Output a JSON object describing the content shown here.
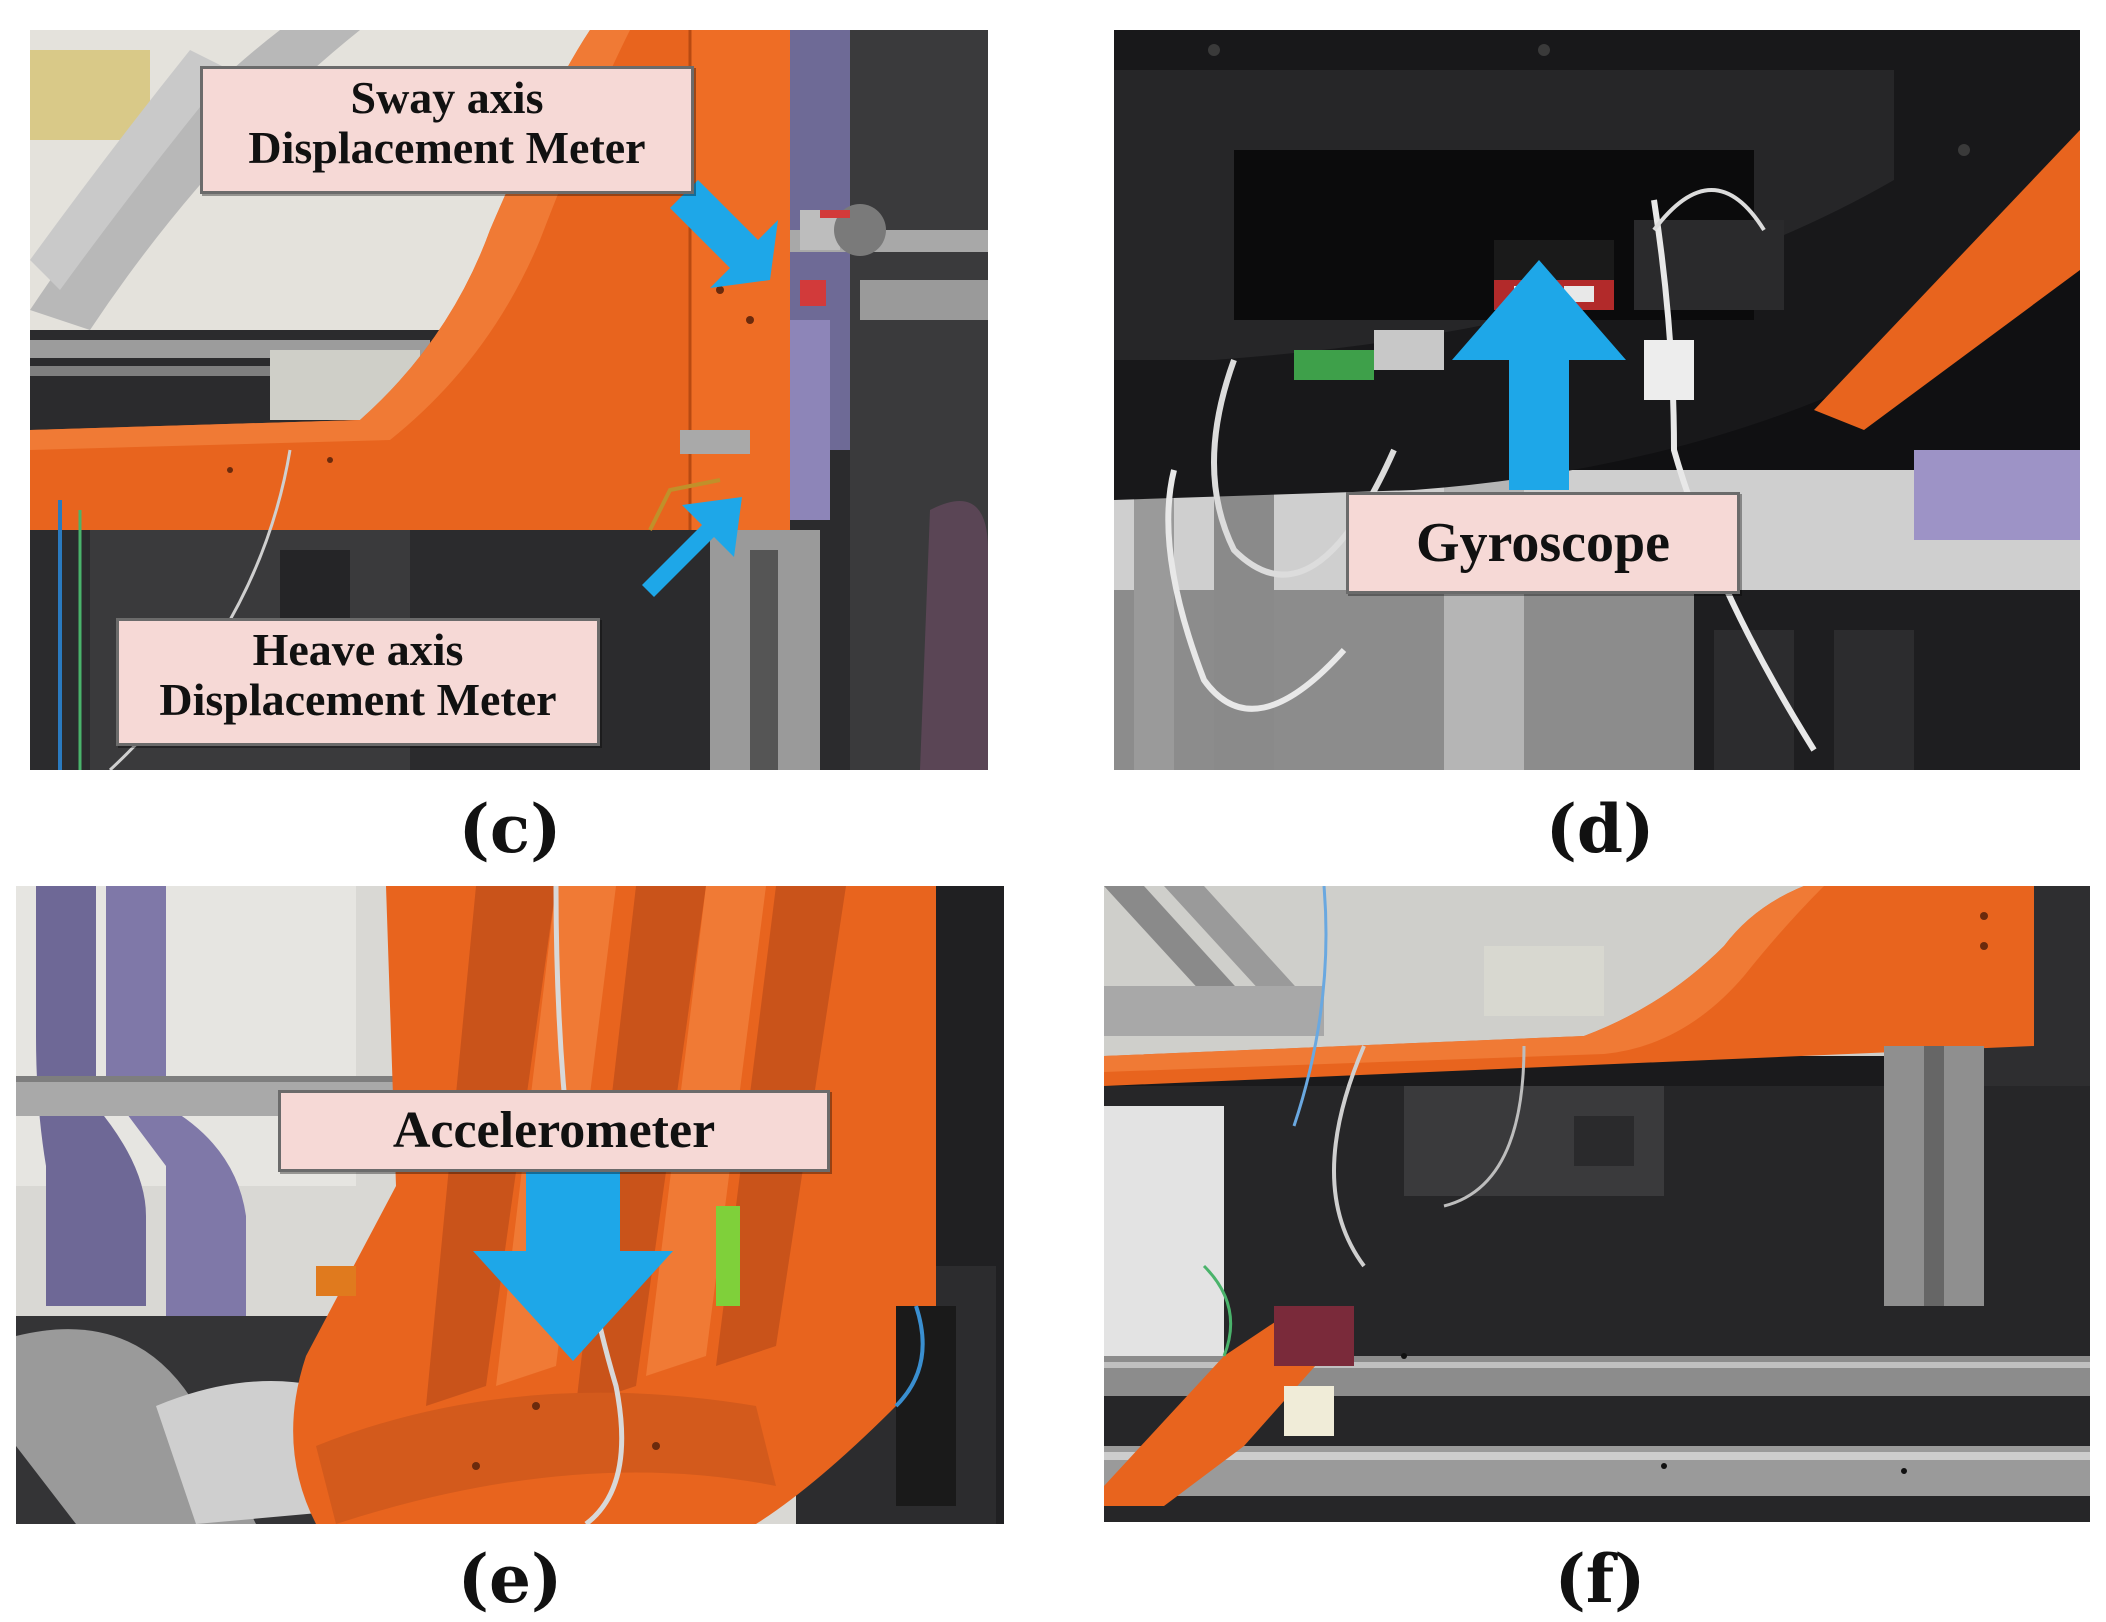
{
  "panels": {
    "c": {
      "caption": "(c)",
      "callout_sway_line1": "Sway axis",
      "callout_sway_line2": "Displacement Meter",
      "callout_heave_line1": "Heave axis",
      "callout_heave_line2": "Displacement Meter"
    },
    "d": {
      "caption": "(d)",
      "callout_gyro": "Gyroscope"
    },
    "e": {
      "caption": "(e)",
      "callout_accel": "Accelerometer"
    },
    "f": {
      "caption": "(f)"
    }
  },
  "colors": {
    "frame_orange": "#e8641e",
    "arrow_blue": "#1ea7e8",
    "callout_pink": "#f6d9d6",
    "machine_purple": "#8d85b8",
    "rail_gray": "#9a9a9a"
  }
}
